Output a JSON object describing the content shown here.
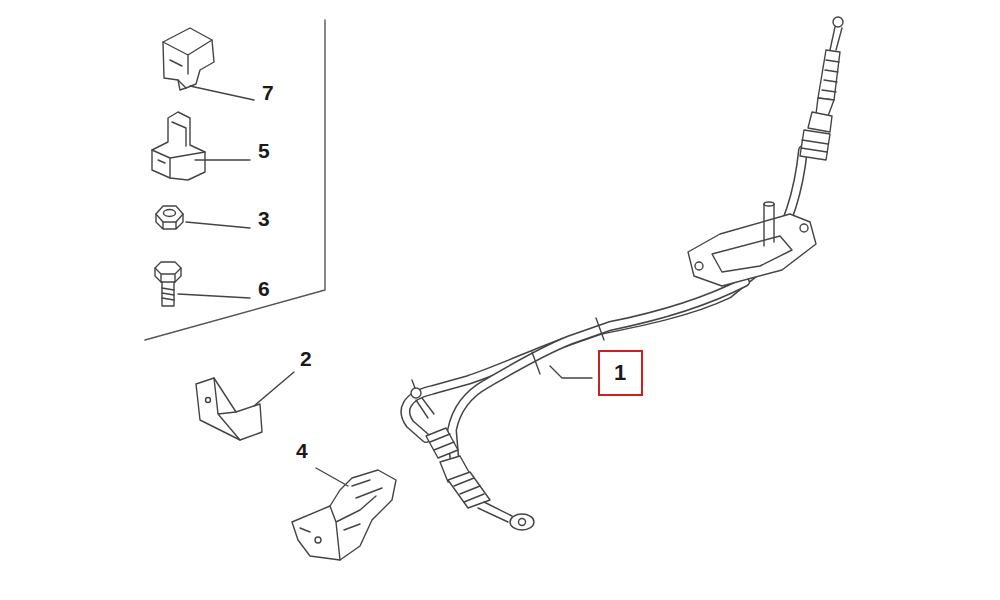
{
  "diagram": {
    "nodes": [
      {
        "text": [
          "1"
        ]
      }
    ],
    "labels": [
      "7",
      "5",
      "3",
      "6",
      "2",
      "4"
    ]
  }
}
